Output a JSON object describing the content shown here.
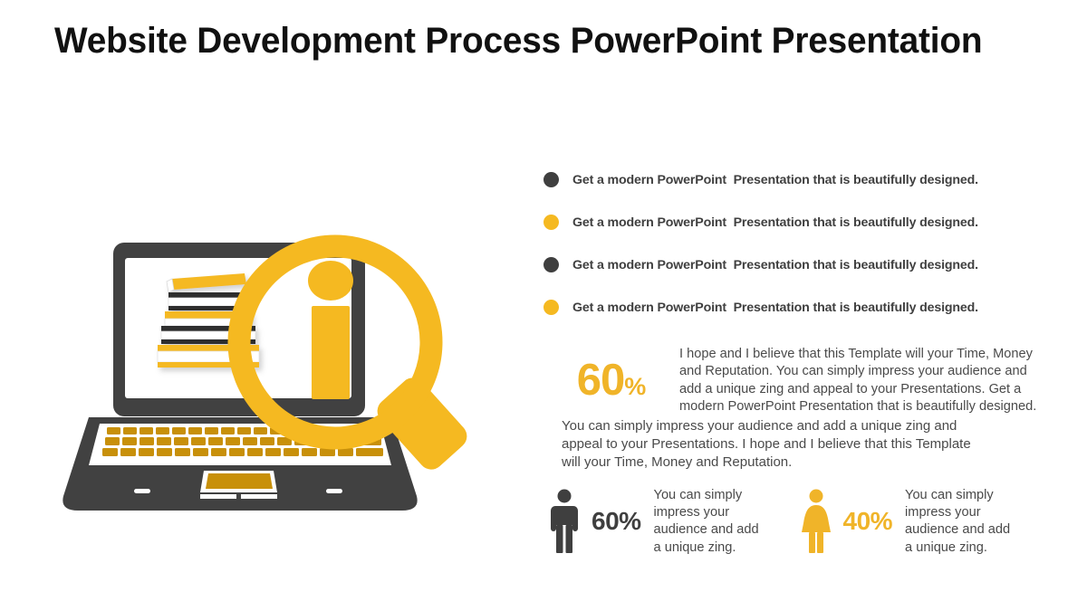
{
  "slide": {
    "title": "Website Development Process PowerPoint Presentation",
    "background_color": "#ffffff"
  },
  "colors": {
    "yellow": "#f5b921",
    "yellow_deep": "#f0b429",
    "amber": "#c8900a",
    "dark": "#3f3f3f",
    "dark_icon": "#414141",
    "title_black": "#111111",
    "body_text": "#4a4a4a",
    "screen_white": "#ffffff"
  },
  "illustration": {
    "name": "laptop-with-magnifier-and-books",
    "parts": [
      {
        "name": "laptop-lid",
        "color": "#414141"
      },
      {
        "name": "laptop-screen",
        "color": "#ffffff"
      },
      {
        "name": "laptop-base",
        "color": "#414141"
      },
      {
        "name": "keyboard-deck",
        "color": "#ffffff"
      },
      {
        "name": "keyboard-keys",
        "color": "#c8900a"
      },
      {
        "name": "trackpad",
        "color": "#c8900a"
      },
      {
        "name": "book-stack",
        "color": "#f5b921"
      },
      {
        "name": "person-figure",
        "color": "#f5b921"
      },
      {
        "name": "magnifier",
        "color": "#f5b921"
      }
    ]
  },
  "bullets": [
    {
      "dot_color": "#3f3f3f",
      "text": "Get a modern PowerPoint  Presentation that is beautifully designed."
    },
    {
      "dot_color": "#f5b921",
      "text": "Get a modern PowerPoint  Presentation that is beautifully designed."
    },
    {
      "dot_color": "#3f3f3f",
      "text": "Get a modern PowerPoint  Presentation that is beautifully designed."
    },
    {
      "dot_color": "#f5b921",
      "text": "Get a modern PowerPoint  Presentation that is beautifully designed."
    }
  ],
  "highlight": {
    "percent_number": "60",
    "percent_symbol": "%",
    "paragraph": "I hope and I believe that this Template will your Time, Money and Reputation. You can simply impress your audience and add a unique zing and appeal to your Presentations. Get a modern PowerPoint  Presentation that is beautifully designed."
  },
  "wide_paragraph": "You can simply impress your audience and add a unique zing and appeal to your Presentations. I hope and I believe that this Template will your Time, Money and Reputation.",
  "stats": [
    {
      "icon": "male-figure-icon",
      "icon_color": "#3f3f3f",
      "percent": "60%",
      "percent_color": "#3f3f3f",
      "text": "You can simply\nimpress your\naudience and add\na unique zing."
    },
    {
      "icon": "female-figure-icon",
      "icon_color": "#f0b429",
      "percent": "40%",
      "percent_color": "#f0b429",
      "text": "You can simply\nimpress your\naudience and add\na unique zing."
    }
  ]
}
